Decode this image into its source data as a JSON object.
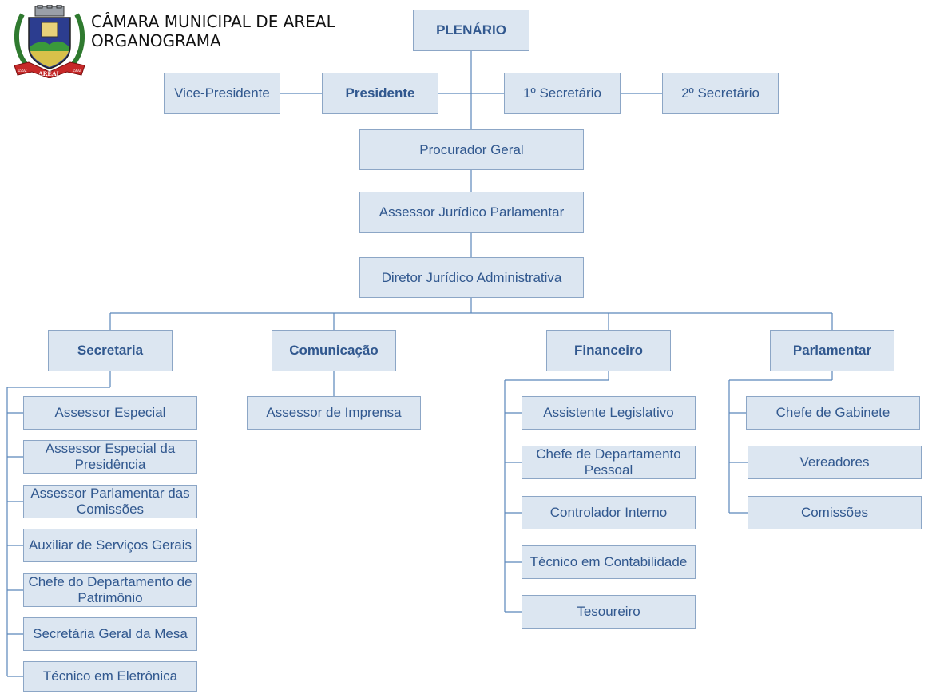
{
  "header": {
    "line1": "CÂMARA MUNICIPAL DE AREAL",
    "line2": "ORGANOGRAMA",
    "logo_text": "AREAL",
    "logo_year_left": "1992",
    "logo_year_right": "1992"
  },
  "nodes": {
    "plenario": "PLENÁRIO",
    "vice_presidente": "Vice-Presidente",
    "presidente": "Presidente",
    "secretario1": "1º Secretário",
    "secretario2": "2º Secretário",
    "procurador": "Procurador Geral",
    "assessor_juridico": "Assessor Jurídico Parlamentar",
    "diretor_juridico": "Diretor Jurídico Administrativa",
    "secretaria": "Secretaria",
    "comunicacao": "Comunicação",
    "financeiro": "Financeiro",
    "parlamentar": "Parlamentar",
    "sec_items": [
      "Assessor Especial",
      "Assessor Especial da Presidência",
      "Assessor Parlamentar das Comissões",
      "Auxiliar de Serviços Gerais",
      "Chefe do Departamento de Patrimônio",
      "Secretária Geral da Mesa",
      "Técnico em Eletrônica"
    ],
    "com_items": [
      "Assessor de Imprensa"
    ],
    "fin_items": [
      "Assistente Legislativo",
      "Chefe de Departamento Pessoal",
      "Controlador Interno",
      "Técnico em Contabilidade",
      "Tesoureiro"
    ],
    "par_items": [
      "Chefe de Gabinete",
      "Vereadores",
      "Comissões"
    ]
  }
}
